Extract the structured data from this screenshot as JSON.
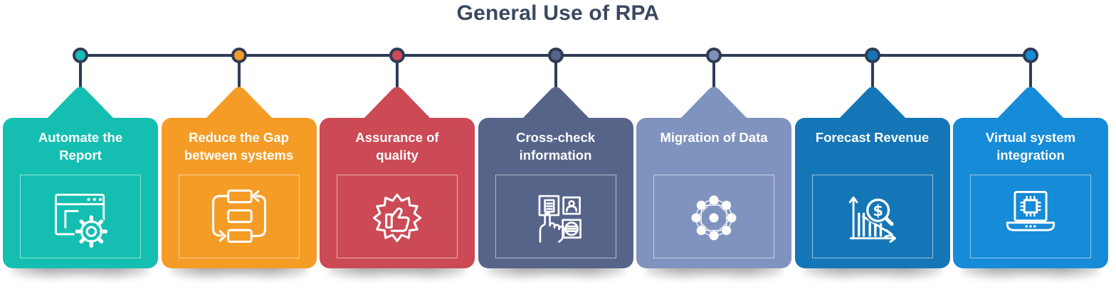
{
  "title": "General Use of RPA",
  "colors": {
    "title_text": "#3A4860",
    "timeline": "#2F3B55",
    "card_text": "#FFFFFF"
  },
  "cards": [
    {
      "label": "Automate the Report",
      "color": "#14BFB1",
      "icon": "browser-automation-gear-icon"
    },
    {
      "label": "Reduce the Gap between systems",
      "color": "#F59C26",
      "icon": "process-cycle-icon"
    },
    {
      "label": "Assurance of quality",
      "color": "#CB4A55",
      "icon": "quality-badge-thumbs-up-icon"
    },
    {
      "label": "Cross-check information",
      "color": "#57648A",
      "icon": "cross-check-documents-hand-icon"
    },
    {
      "label": "Migration of Data",
      "color": "#8093BE",
      "icon": "data-network-nodes-icon"
    },
    {
      "label": "Forecast Revenue",
      "color": "#1476B6",
      "icon": "revenue-chart-magnifier-dollar-icon"
    },
    {
      "label": "Virtual system integration",
      "color": "#168BD8",
      "icon": "laptop-cpu-chip-icon"
    }
  ]
}
